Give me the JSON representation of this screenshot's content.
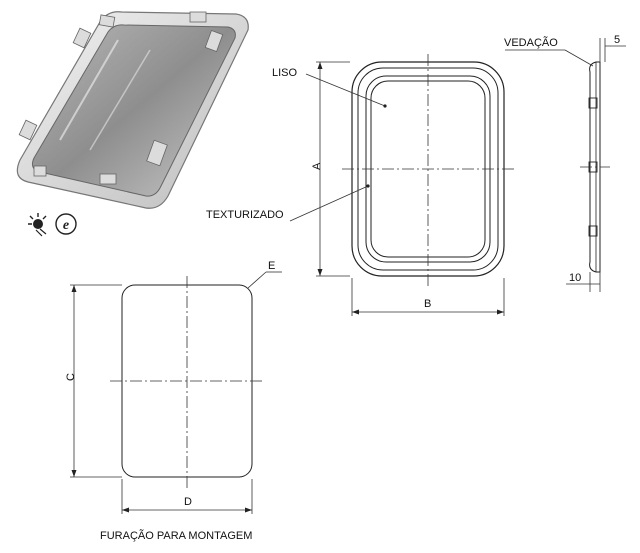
{
  "labels": {
    "liso": "LISO",
    "texturizado": "TEXTURIZADO",
    "vedacao": "VEDAÇÃO",
    "dim_5": "5",
    "dim_10": "10",
    "dim_a": "A",
    "dim_b": "B",
    "dim_c": "C",
    "dim_d": "D",
    "dim_e": "E",
    "caption": "FURAÇÃO PARA MONTAGEM"
  },
  "icons": [
    "sun-spray-icon",
    "e-mark-icon"
  ],
  "colors": {
    "line": "#222222",
    "glass_dark": "#8a8a8a",
    "glass_light": "#d9d9d9"
  }
}
